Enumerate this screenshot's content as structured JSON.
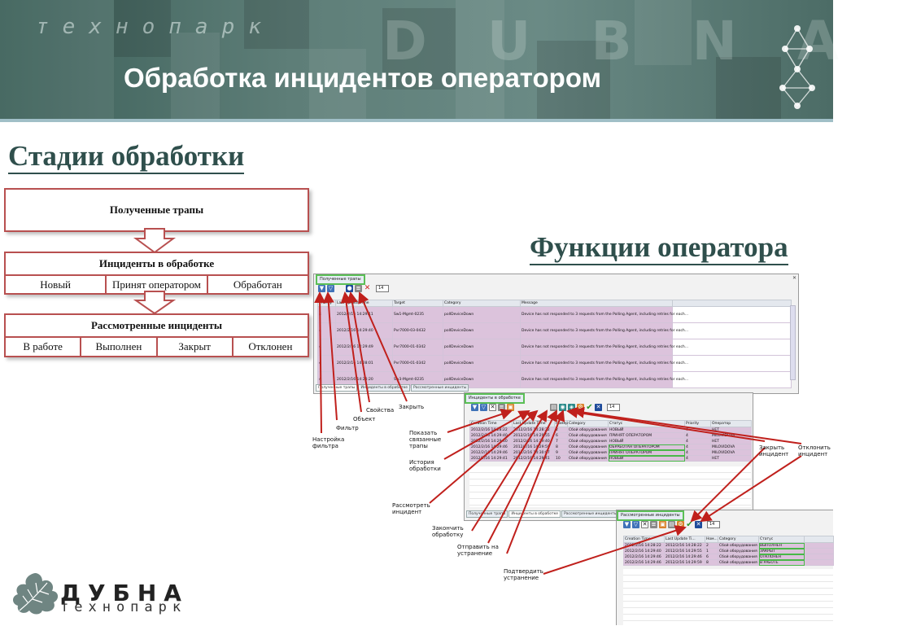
{
  "banner": {
    "sub": "технопарк",
    "dubna": "DUBNA",
    "title": "Обработка инцидентов оператором"
  },
  "stages": {
    "title": "Стадии обработки",
    "received": "Полученные трапы",
    "in_process": {
      "label": "Инциденты в обработке",
      "states": [
        "Новый",
        "Принят оператором",
        "Обработан"
      ]
    },
    "reviewed": {
      "label": "Рассмотренные инциденты",
      "states": [
        "В работе",
        "Выполнен",
        "Закрыт",
        "Отклонен"
      ]
    }
  },
  "functions": {
    "title": "Функции оператора"
  },
  "window1": {
    "tab": "Полученные трапы",
    "count": "14",
    "columns": [
      "Priority",
      "Last Update Time",
      "Target",
      "Category",
      "Message"
    ],
    "rows": [
      [
        "4",
        "2012/2/16 14:29:11",
        "Sw1-Mgmt-0235",
        "pollDeviceDown",
        "Device has not responded to 3 requests from the Polling Agent, including retries for each..."
      ],
      [
        "4",
        "2012/2/16 14:29:40",
        "Pvr7000-03-0432",
        "pollDeviceDown",
        "Device has not responded to 3 requests from the Polling Agent, including retries for each..."
      ],
      [
        "4",
        "2012/2/16 14:29:49",
        "Pvr7000-01-0342",
        "pollDeviceDown",
        "Device has not responded to 3 requests from the Polling Agent, including retries for each..."
      ],
      [
        "4",
        "2012/2/16 14:28:01",
        "Pvr7000-01-0342",
        "pollDeviceDown",
        "Device has not responded to 3 requests from the Polling Agent, including retries for each..."
      ],
      [
        "4",
        "2012/2/16 14:28:20",
        "Sw3-Mgmt-0235",
        "pollDeviceDown",
        "Device has not responded to 3 requests from the Polling Agent, including retries for each..."
      ]
    ],
    "bottom_tabs": [
      "Полученные трапы",
      "Инциденты в обработке",
      "Рассмотренные инциденты"
    ]
  },
  "window2": {
    "tab": "Инциденты в обработке",
    "count": "14",
    "columns": [
      "Creation Time",
      "Last Update Time",
      "Номер",
      "Category",
      "Статус",
      "Priority",
      "Оператор"
    ],
    "rows": [
      [
        "2012/2/16 14:28:22",
        "2012/2/16 14:28:22",
        "2",
        "Сбой оборудования",
        "НОВЫЙ",
        "4",
        "НЕТ"
      ],
      [
        "2012/2/16 14:29:40",
        "2012/2/16 14:29:55",
        "6",
        "Сбой оборудования",
        "ПРИНЯТ ОПЕРАТОРОМ",
        "4",
        "MILOVIDOVA"
      ],
      [
        "2012/2/16 14:29:40",
        "2012/2/16 14:29:40",
        "7",
        "Сбой оборудования",
        "НОВЫЙ",
        "4",
        "НЕТ"
      ],
      [
        "2012/2/16 14:29:46",
        "2012/2/16 14:29:59",
        "8",
        "Сбой оборудования",
        "ОБРАБОТАН ОПЕРАТОРОМ",
        "4",
        "MILOVIDOVA"
      ],
      [
        "2012/2/16 14:29:46",
        "2012/2/16 14:30:07",
        "9",
        "Сбой оборудования",
        "ПРИНЯТ ОПЕРАТОРОМ",
        "4",
        "MILOVIDOVA"
      ],
      [
        "2012/2/16 14:29:41",
        "2012/2/16 14:29:41",
        "10",
        "Сбой оборудования",
        "НОВЫЙ",
        "4",
        "НЕТ"
      ]
    ],
    "bottom_tabs": [
      "Полученные трапы",
      "Инциденты в обработке",
      "Рассмотренные инциденты"
    ]
  },
  "window3": {
    "tab": "Рассмотренные инциденты",
    "count": "14",
    "columns": [
      "Creation Time",
      "Last Update Ti...",
      "Ном...",
      "Category",
      "Статус"
    ],
    "rows": [
      [
        "2012/2/16 14:28:22",
        "2012/2/16 14:28:22",
        "2",
        "Сбой оборудования",
        "ВЫПОЛНЕН"
      ],
      [
        "2012/2/16 14:29:40",
        "2012/2/16 14:29:55",
        "1",
        "Сбой оборудования",
        "ЗАКРЫТ"
      ],
      [
        "2012/2/16 14:29:46",
        "2012/2/16 14:29:46",
        "6",
        "Сбой оборудования",
        "ОТКЛОНЕН"
      ],
      [
        "2012/2/16 14:29:46",
        "2012/2/16 14:29:59",
        "8",
        "Сбой оборудования",
        "В РАБОТЕ"
      ]
    ]
  },
  "callouts": {
    "filter_settings": "Настройка фильтра",
    "filter": "Фильтр",
    "object": "Объект",
    "properties": "Свойства",
    "close": "Закрыть",
    "show_related": "Показать связанные трапы",
    "history": "История обработки",
    "review": "Рассмотреть инцидент",
    "finish": "Закончить обработку",
    "send_fix": "Отправить на устранение",
    "confirm_fix": "Подтвердить устранение",
    "close_incident": "Закрыть инцидент",
    "reject_incident": "Отклонить инцидент"
  },
  "logo": {
    "name": "ДУБНА",
    "sub": "технопарк"
  },
  "colors": {
    "banner": "#5e7e78",
    "stage_border": "#b85050",
    "callout_arrow": "#c0201c",
    "row_pink": "#dcc3dc",
    "highlight": "#48b848"
  }
}
